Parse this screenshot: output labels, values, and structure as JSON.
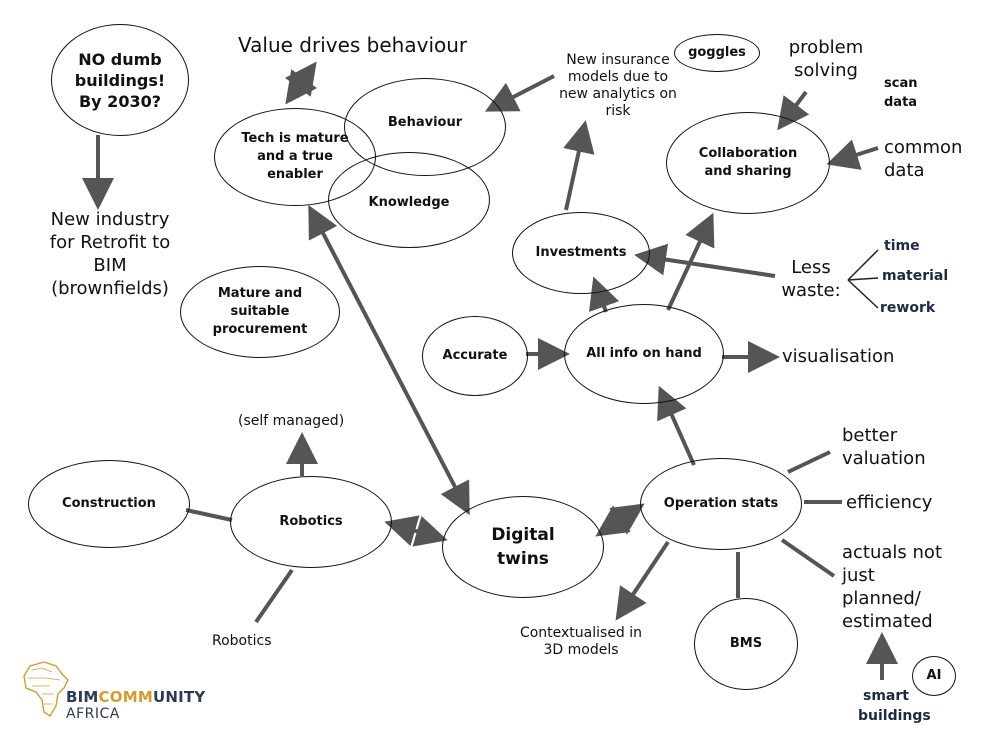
{
  "nodes": {
    "no_dumb": "NO dumb\nbuildings!\nBy 2030?",
    "tech_mature": "Tech is mature\nand a true\nenabler",
    "behaviour": "Behaviour",
    "knowledge": "Knowledge",
    "goggles": "goggles",
    "collaboration": "Collaboration\nand sharing",
    "investments": "Investments",
    "mature_procurement": "Mature and\nsuitable\nprocurement",
    "accurate": "Accurate",
    "all_info": "All info on hand",
    "construction": "Construction",
    "robotics": "Robotics",
    "digital_twins": "Digital\ntwins",
    "operation_stats": "Operation stats",
    "bms": "BMS",
    "ai": "AI"
  },
  "labels": {
    "value_drives": "Value drives behaviour",
    "new_industry": "New industry\nfor Retrofit to\nBIM\n(brownfields)",
    "new_insurance": "New insurance\nmodels due to\nnew analytics on\nrisk",
    "problem_solving": "problem\nsolving",
    "scan_data": "scan\ndata",
    "common_data": "common\ndata",
    "less_waste": "Less\nwaste:",
    "time": "time",
    "material": "material",
    "rework": "rework",
    "visualisation": "visualisation",
    "self_managed": "(self managed)",
    "robotics_text": "Robotics",
    "better_valuation": "better\nvaluation",
    "efficiency": "efficiency",
    "actuals": "actuals not\njust\nplanned/\nestimated",
    "contextualised": "Contextualised in\n3D models",
    "smart_buildings": "smart\nbuildings"
  },
  "logo": {
    "line1_a": "BIM",
    "line1_b": "COMM",
    "line1_c": "UNITY",
    "line2": "AFRICA"
  },
  "colors": {
    "arrow": "#555555",
    "navy": "#1b2a49",
    "logo_gold": "#d99a2b"
  }
}
